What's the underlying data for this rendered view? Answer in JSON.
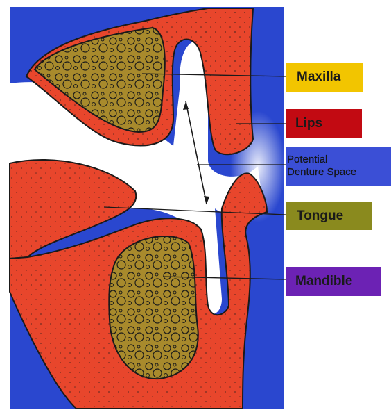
{
  "labels": {
    "maxilla": "Maxilla",
    "lips": "Lips",
    "denture_line1": "Potential",
    "denture_line2": "Denture Space",
    "tongue": "Tongue",
    "mandible": "Mandible"
  },
  "colors": {
    "background_blue": "#2a47cf",
    "tissue_red": "#e8462c",
    "bone_olive": "#a88a2c",
    "maxilla_box": "#f2c500",
    "lips_box": "#c20a12",
    "denture_box": "#3b4fd6",
    "tongue_box": "#8a8a1e",
    "mandible_box": "#6c22b4",
    "outline": "#1a1a1a"
  }
}
